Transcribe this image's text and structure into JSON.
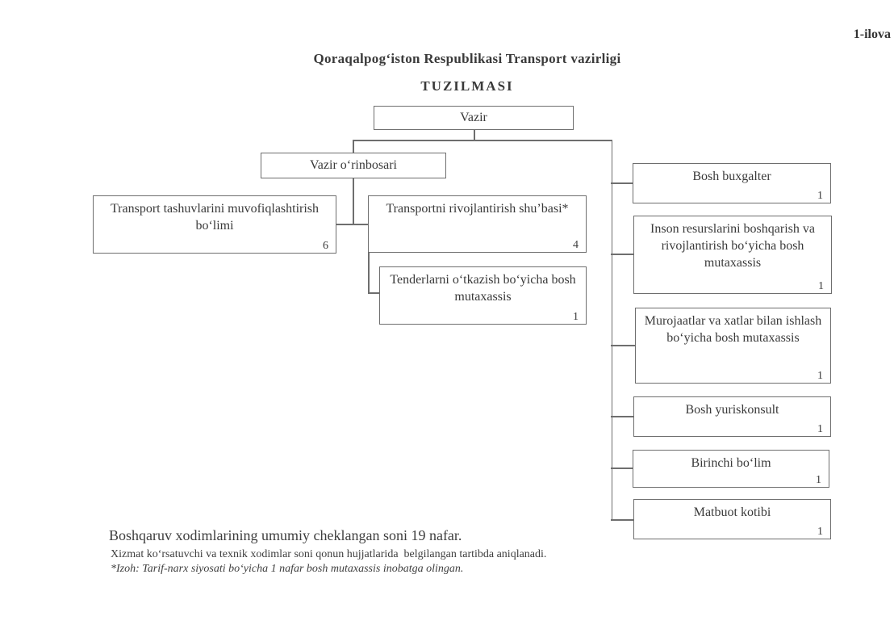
{
  "document": {
    "annex": "1-ilova",
    "title": "Qoraqalpog‘iston Respublikasi Transport vazirligi",
    "subtitle": "TUZILMASI"
  },
  "org": {
    "minister": {
      "label": "Vazir"
    },
    "deputy": {
      "label": "Vazir o‘rinbosari"
    },
    "transport_department": {
      "label": "Transport tashuvlarini muvofiqlashtirish bo‘limi",
      "count": "6"
    },
    "development_division": {
      "label": "Transportni rivojlantirish shu’basi*",
      "count": "4"
    },
    "tenders_specialist": {
      "label": "Tenderlarni o‘tkazish bo‘yicha bosh mutaxassis",
      "count": "1"
    },
    "chief_accountant": {
      "label": "Bosh buxgalter",
      "count": "1"
    },
    "hr_specialist": {
      "label": "Inson resurslarini boshqarish va rivojlantirish bo‘yicha bosh mutaxassis",
      "count": "1"
    },
    "correspondence_specialist": {
      "label": "Murojaatlar va xatlar bilan ishlash bo‘yicha bosh mutaxassis",
      "count": "1"
    },
    "chief_legal_counsel": {
      "label": "Bosh yuriskonsult",
      "count": "1"
    },
    "first_department": {
      "label": "Birinchi bo‘lim",
      "count": "1"
    },
    "press_secretary": {
      "label": "Matbuot kotibi",
      "count": "1"
    }
  },
  "notes": {
    "line1": "Boshqaruv xodimlarining umumiy cheklangan soni 19 nafar.",
    "line2": "Xizmat ko‘rsatuvchi va texnik xodimlar soni qonun hujjatlarida  belgilangan tartibda aniqlanadi.",
    "line3": "*Izoh: Tarif-narx siyosati bo‘yicha 1 nafar bosh mutaxassis inobatga olingan."
  },
  "colors": {
    "background": "#ffffff",
    "text": "#3a3a3a",
    "border": "#6e6e6e"
  }
}
